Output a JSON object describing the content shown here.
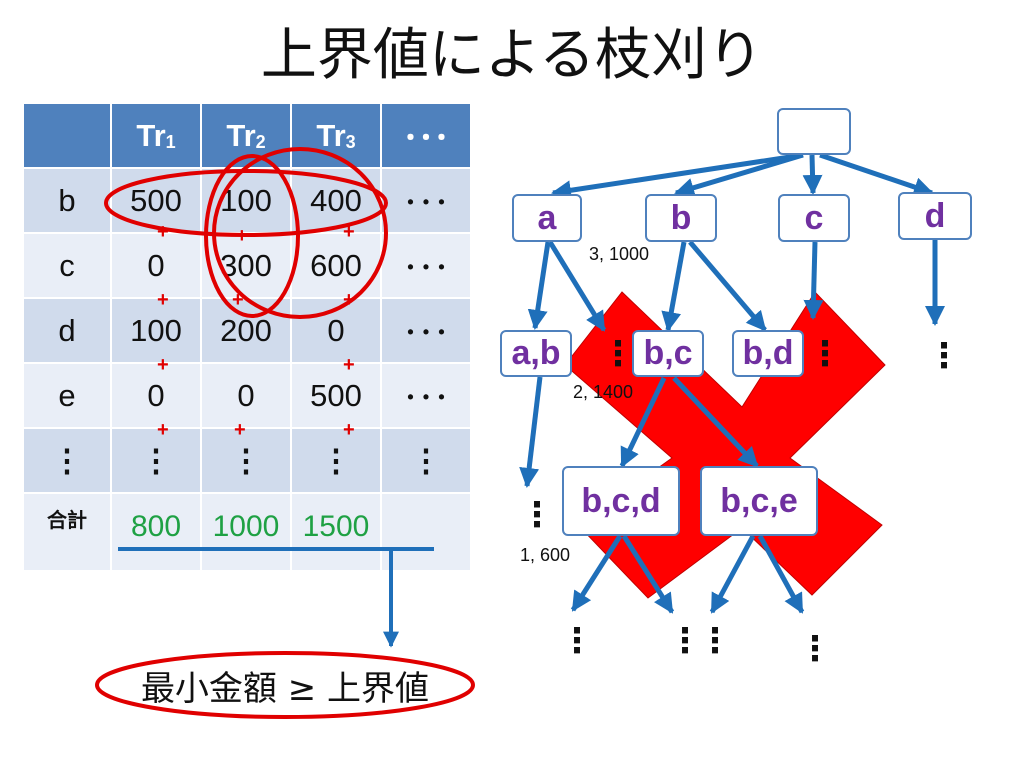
{
  "title": "上界値による枝刈り",
  "table": {
    "header": [
      "",
      "Tr",
      "Tr",
      "Tr",
      "･･･"
    ],
    "header_subscripts": [
      "",
      "1",
      "2",
      "3",
      ""
    ],
    "rows": [
      {
        "label": "b",
        "cells": [
          "500",
          "100",
          "400",
          "･･･"
        ]
      },
      {
        "label": "c",
        "cells": [
          "0",
          "300",
          "600",
          "･･･"
        ]
      },
      {
        "label": "d",
        "cells": [
          "100",
          "200",
          "0",
          "･･･"
        ]
      },
      {
        "label": "e",
        "cells": [
          "0",
          "0",
          "500",
          "･･･"
        ]
      },
      {
        "label": "⋮",
        "cells": [
          "⋮",
          "⋮",
          "⋮",
          "⋮"
        ]
      }
    ],
    "total": {
      "label": "合計",
      "cells": [
        "800",
        "1000",
        "1500",
        ""
      ]
    },
    "plus_sign": "+"
  },
  "condition": "最小金額 ≥ 上界値",
  "tree": {
    "nodes": {
      "root": "",
      "a": "a",
      "b": "b",
      "c": "c",
      "d": "d",
      "ab": "a,b",
      "bc": "b,c",
      "bd": "b,d",
      "bcd": "b,c,d",
      "bce": "b,c,e"
    },
    "annotations": {
      "b": "3, 1000",
      "bc": "2, 1400",
      "bcd": "1, 600"
    },
    "ellipsis": "⋮"
  },
  "colors": {
    "accent": "#4f81bd",
    "arrow": "#1f6fb9",
    "highlight": "#e00000",
    "cross": "#ff0000",
    "node_text": "#7030a0",
    "total_text": "#1fa144"
  }
}
